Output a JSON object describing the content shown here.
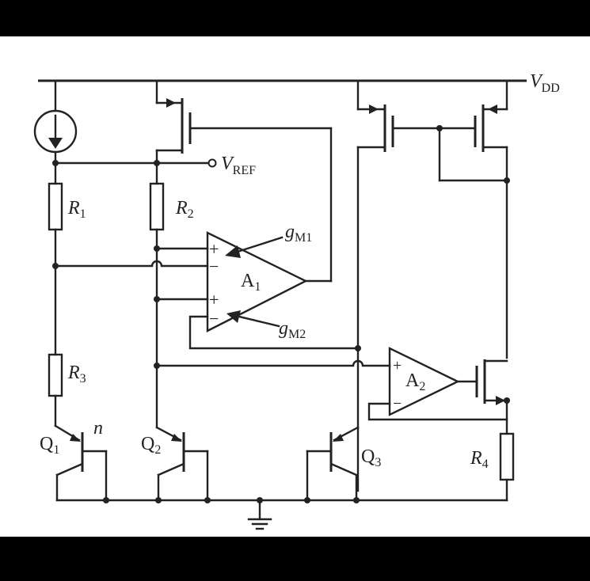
{
  "labels": {
    "vdd": "V",
    "vdd_sub": "DD",
    "vref": "V",
    "vref_sub": "REF",
    "r1": "R",
    "r1_sub": "1",
    "r2": "R",
    "r2_sub": "2",
    "r3": "R",
    "r3_sub": "3",
    "r4": "R",
    "r4_sub": "4",
    "a1": "A",
    "a1_sub": "1",
    "a2": "A",
    "a2_sub": "2",
    "gm1": "g",
    "gm1_sub": "M1",
    "gm2": "g",
    "gm2_sub": "M2",
    "q1": "Q",
    "q1_sub": "1",
    "q2": "Q",
    "q2_sub": "2",
    "q3": "Q",
    "q3_sub": "3",
    "n": "n",
    "plus": "+",
    "minus": "−"
  },
  "colors": {
    "background": "#ffffff",
    "ink": "#222222",
    "frame": "#000000"
  }
}
